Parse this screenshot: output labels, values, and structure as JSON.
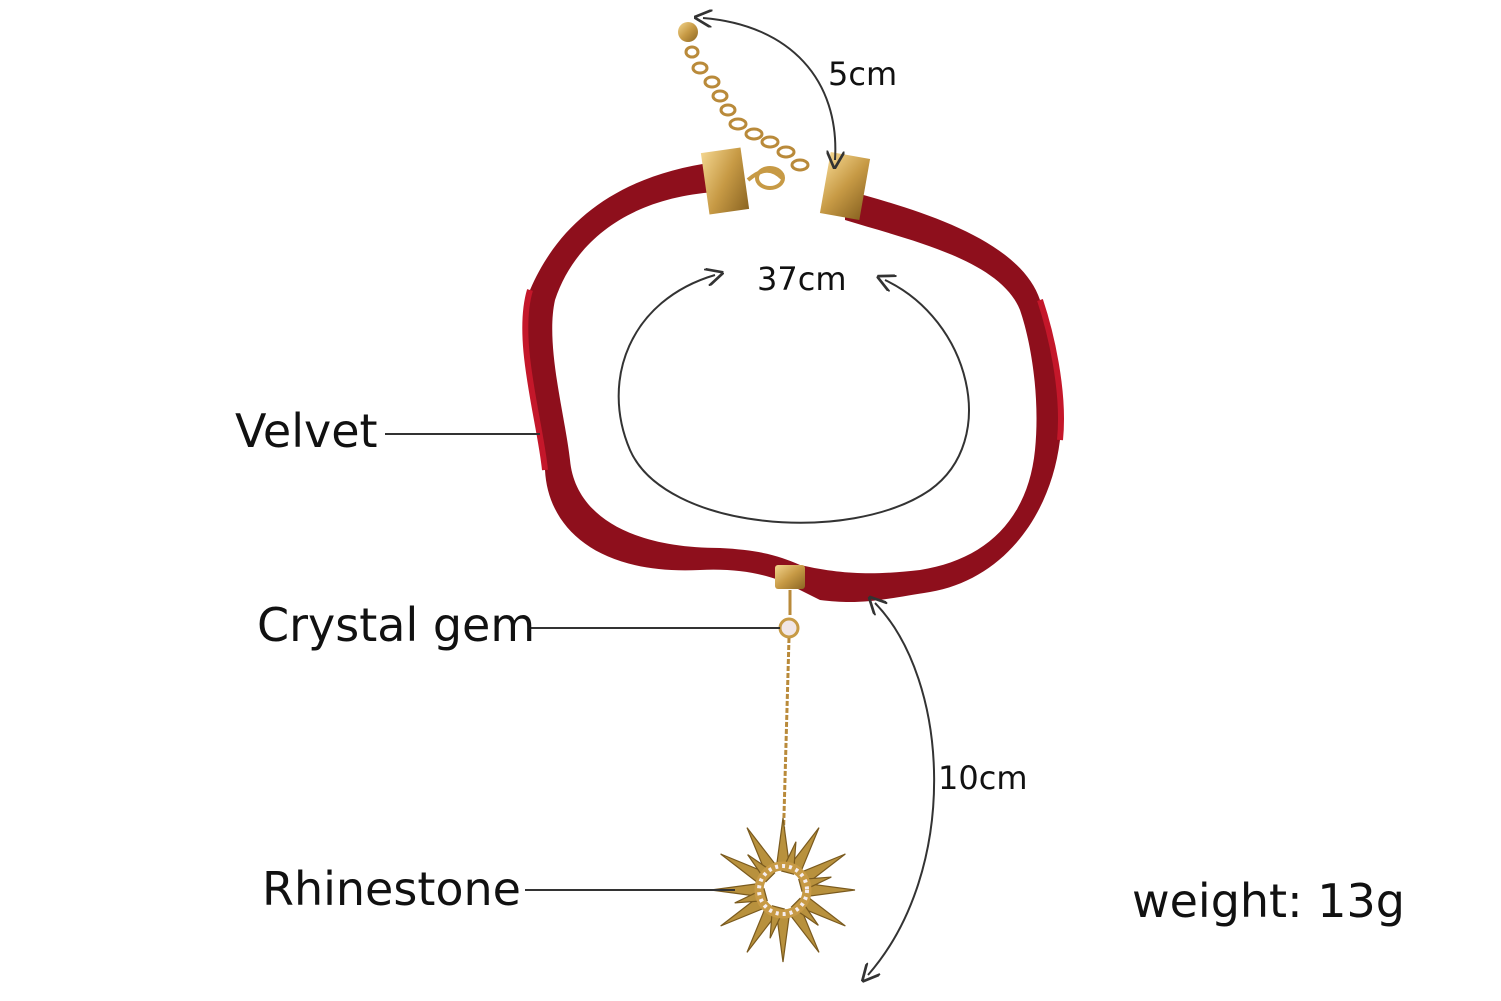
{
  "labels": {
    "velvet": "Velvet",
    "crystal_gem": "Crystal gem",
    "rhinestone": "Rhinestone",
    "weight": "weight: 13g"
  },
  "measurements": {
    "extension": "5cm",
    "circumference": "37cm",
    "pendant_drop": "10cm"
  },
  "colors": {
    "velvet": "#8e0f1c",
    "velvet_highlight": "#c4172a",
    "gold": "#c79a45",
    "line": "#333333"
  }
}
